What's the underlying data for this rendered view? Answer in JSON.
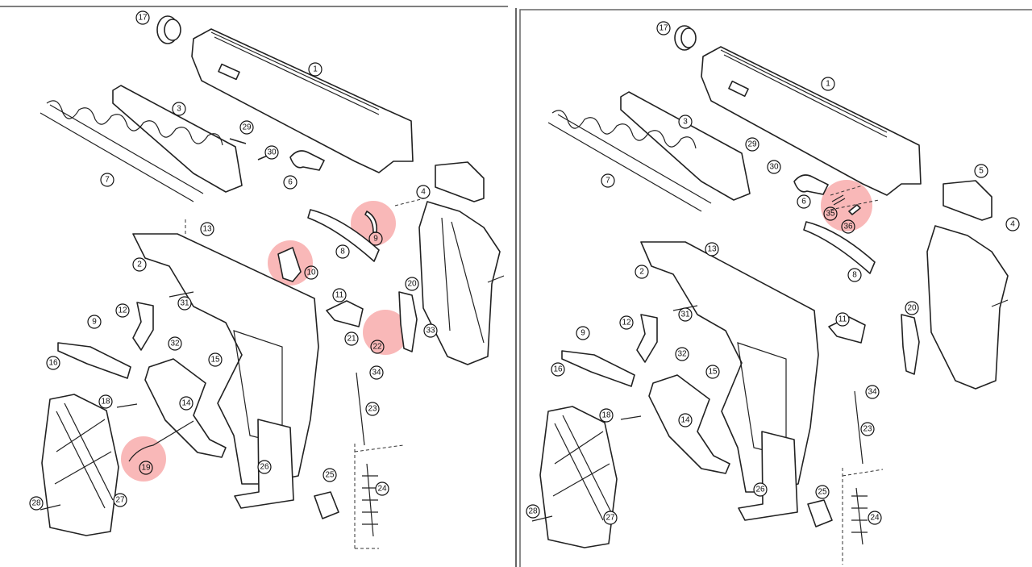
{
  "colors": {
    "highlight": "#f7a0a0",
    "line": "#222222",
    "background": "#ffffff"
  },
  "left_panel": {
    "labels": [
      "17",
      "1",
      "3",
      "29",
      "30",
      "7",
      "6",
      "4",
      "9",
      "8",
      "13",
      "10",
      "2",
      "12",
      "31",
      "11",
      "20",
      "9",
      "32",
      "15",
      "21",
      "22",
      "33",
      "16",
      "34",
      "14",
      "18",
      "23",
      "19",
      "26",
      "25",
      "24",
      "27",
      "28"
    ],
    "highlighted_parts": [
      "9",
      "10",
      "22",
      "19"
    ]
  },
  "right_panel": {
    "labels": [
      "17",
      "1",
      "3",
      "29",
      "30",
      "7",
      "6",
      "5",
      "4",
      "35",
      "36",
      "13",
      "2",
      "8",
      "11",
      "20",
      "12",
      "31",
      "9",
      "32",
      "15",
      "16",
      "34",
      "18",
      "14",
      "23",
      "26",
      "25",
      "27",
      "28",
      "24"
    ],
    "highlighted_parts": [
      "35",
      "36"
    ]
  }
}
